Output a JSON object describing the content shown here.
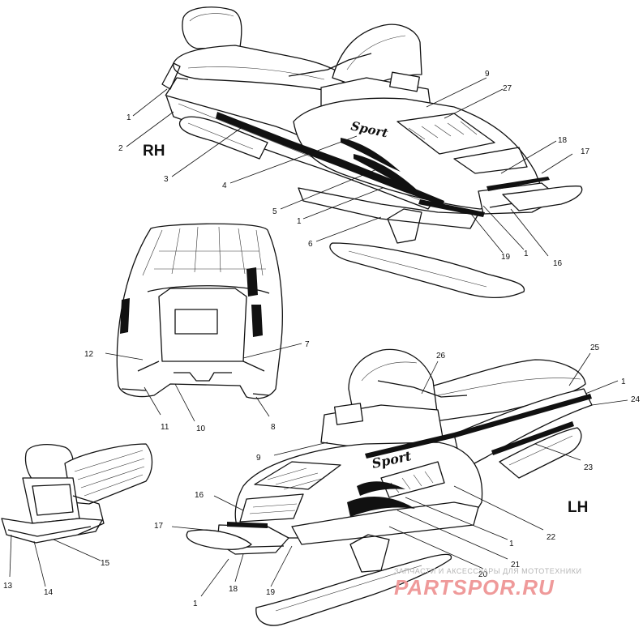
{
  "views": {
    "right_label": "RH",
    "left_label": "LH",
    "hood_brand": "Sport",
    "side_brand": "Sport"
  },
  "callouts": {
    "rh": [
      "1",
      "2",
      "3",
      "4",
      "5",
      "1",
      "6",
      "19",
      "1",
      "16",
      "17",
      "18",
      "27",
      "9"
    ],
    "hood": [
      "12",
      "11",
      "10",
      "8",
      "7"
    ],
    "seat": [
      "13",
      "14",
      "15"
    ],
    "lh": [
      "26",
      "25",
      "1",
      "24",
      "23",
      "9",
      "22",
      "1",
      "21",
      "20",
      "16",
      "17",
      "18",
      "19",
      "1"
    ]
  },
  "watermark": {
    "tagline": "ЗАПЧАСТИ И АКСЕССУАРЫ ДЛЯ МОТОТЕХНИКИ",
    "site": "PARTSPOR.RU"
  }
}
